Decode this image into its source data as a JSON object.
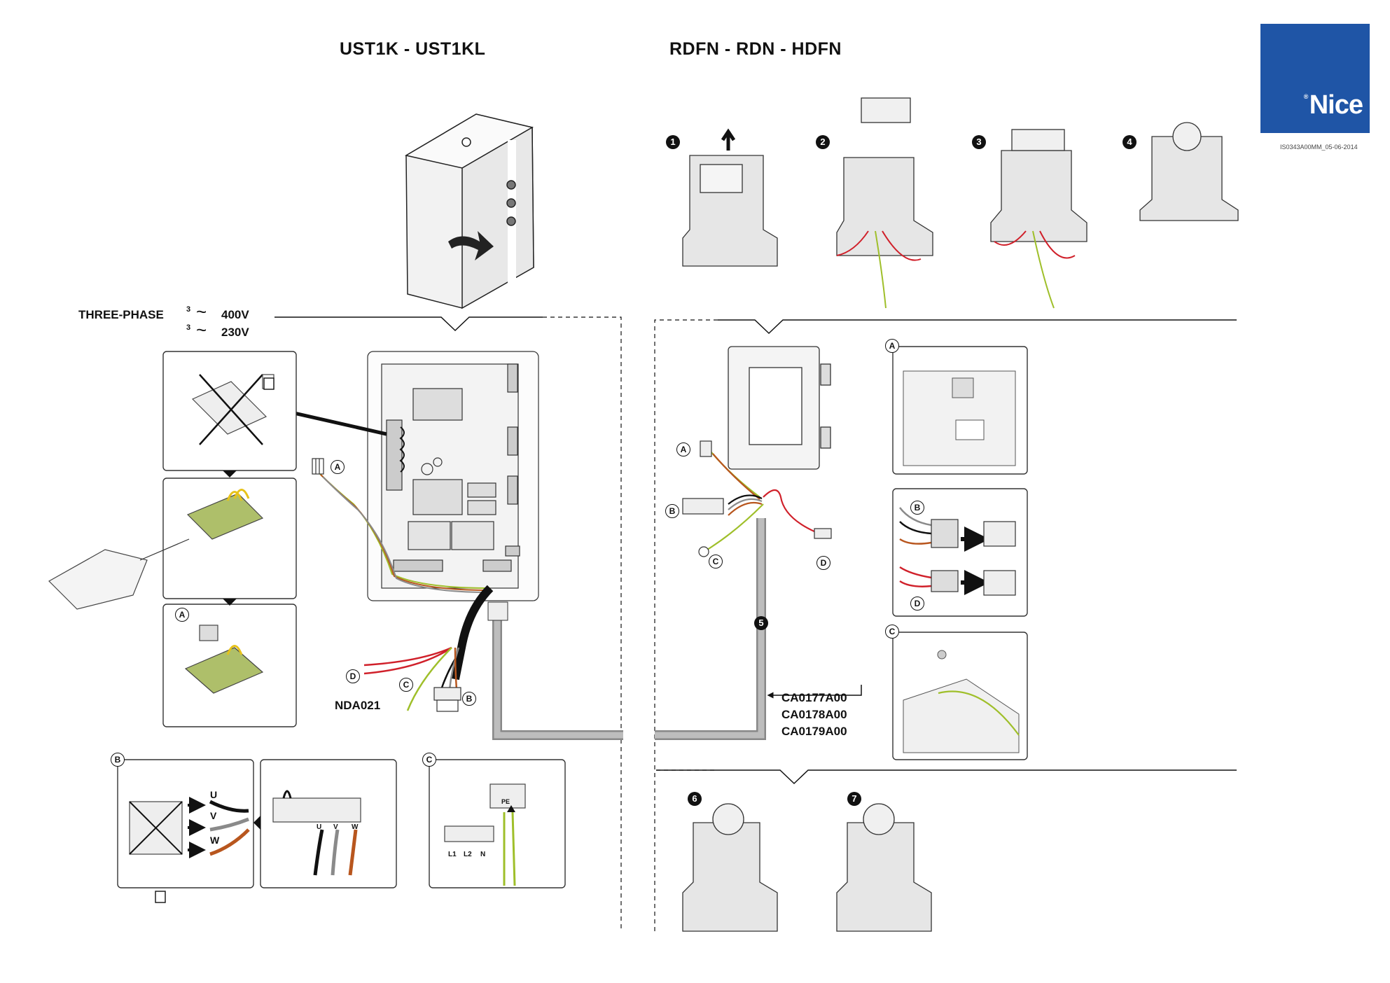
{
  "titles": {
    "left": "UST1K - UST1KL",
    "right": "RDFN - RDN - HDFN"
  },
  "logo": {
    "brand": "Nice",
    "registered": "®"
  },
  "doc_id": "IS0343A00MM_05-06-2014",
  "power": {
    "label": "THREE-PHASE",
    "phase_a": "3",
    "voltage_a": "400V",
    "phase_b": "3",
    "voltage_b": "230V",
    "wave": "~"
  },
  "accessory_code": "NDA021",
  "cable_codes": [
    "CA0177A00",
    "CA0178A00",
    "CA0179A00"
  ],
  "step_numbers": [
    "1",
    "2",
    "3",
    "4",
    "5",
    "6",
    "7"
  ],
  "callouts": {
    "a": "A",
    "b": "B",
    "c": "C",
    "d": "D"
  },
  "motor_phases": {
    "u": "U",
    "v": "V",
    "w": "W"
  },
  "terminals": {
    "l1": "L1",
    "l2": "L2",
    "n": "N",
    "pe": "PE"
  },
  "colors": {
    "brand_blue": "#1f55a6",
    "wire_black": "#111111",
    "wire_grey": "#8a8a8a",
    "wire_brown": "#b8561e",
    "wire_red": "#d0202a",
    "wire_yellow_green": "#9fbf2a",
    "cable_grey": "#9a9a9a"
  }
}
